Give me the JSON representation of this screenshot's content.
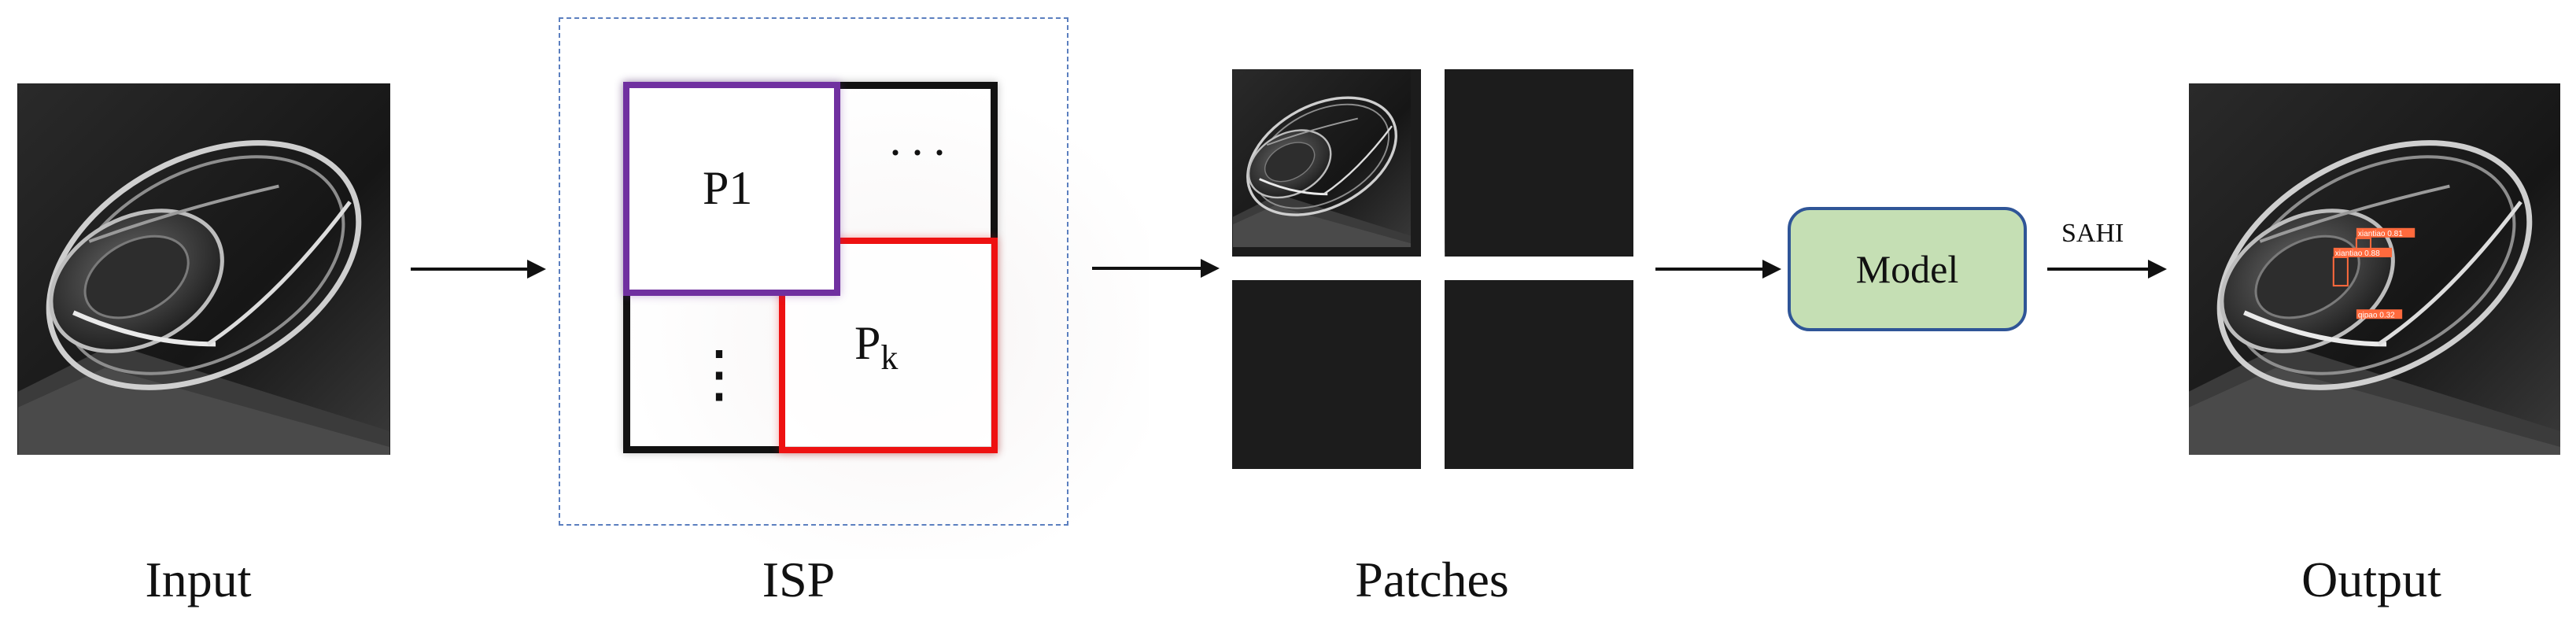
{
  "labels": {
    "input": "Input",
    "isp": "ISP",
    "patches": "Patches",
    "output": "Output"
  },
  "isp": {
    "patch_first": "P1",
    "patch_k": "P",
    "patch_k_sub": "k",
    "ellipsis_horizontal": "···",
    "ellipsis_vertical": "⋮"
  },
  "model": {
    "label": "Model"
  },
  "arrow_label": "SAHI",
  "detections": [
    {
      "label": "xiantiao 0.81"
    },
    {
      "label": "xiantiao 0.88"
    },
    {
      "label": "qipao 0.32"
    }
  ],
  "colors": {
    "patch_first": "#7030a0",
    "patch_k": "#ee1111",
    "model_fill": "#c5dfb4",
    "model_border": "#2f5597",
    "isp_frame": "#5b7fbf",
    "detection_box": "#ff6a3d"
  }
}
